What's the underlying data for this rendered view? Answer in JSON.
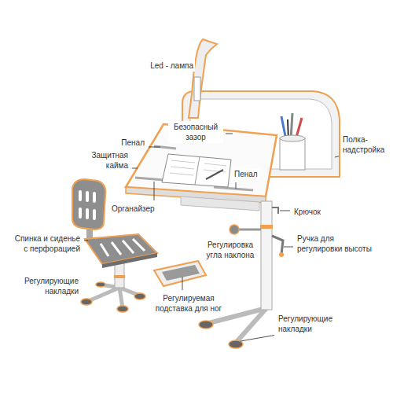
{
  "diagram": {
    "labels": [
      "Led - лампа",
      "Пенал",
      "Безопасный зазор",
      "Защитная кайма",
      "Полка- надстройка",
      "Пенал",
      "Органайзер",
      "Крючок",
      "Спинка и сиденье с перфорацией",
      "Ручка для регулировки высоты",
      "Регулировка угла наклона",
      "Регулирующие накладки",
      "Регулируемая подставка для ног",
      "Регулирующие накладки"
    ]
  }
}
